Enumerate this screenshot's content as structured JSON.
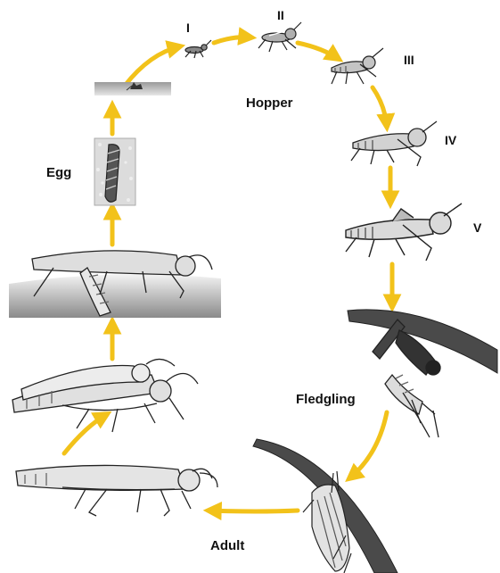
{
  "labels": {
    "stage_1": "I",
    "stage_2": "II",
    "stage_3": "III",
    "stage_4": "IV",
    "stage_5": "V",
    "hopper": "Hopper",
    "egg": "Egg",
    "fledgling": "Fledgling",
    "adult": "Adult"
  },
  "colors": {
    "arrow": "#f2c21a",
    "ink": "#222222",
    "body_fill": "#d9d9d9"
  }
}
